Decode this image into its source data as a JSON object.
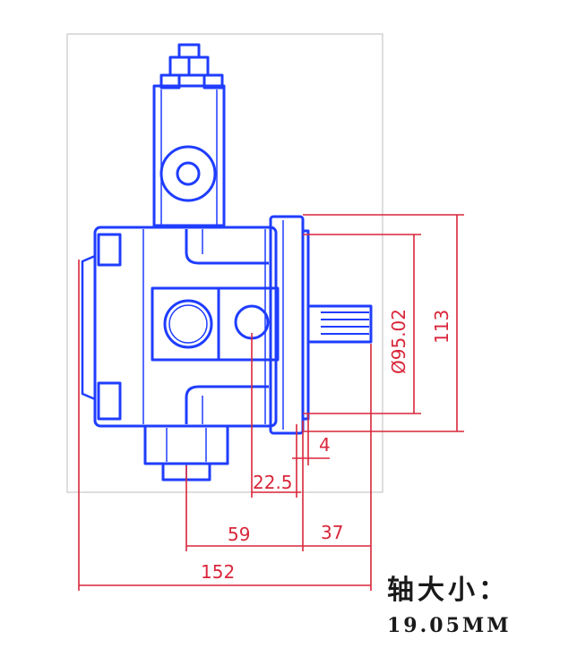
{
  "dimensions": {
    "d_diameter": "Ø95.02",
    "d_113": "113",
    "d_4": "4",
    "d_22_5": "22.5",
    "d_59": "59",
    "d_37": "37",
    "d_152": "152"
  },
  "caption": {
    "title": "轴大小：",
    "value": "19.05MM"
  },
  "colors": {
    "part_line": "#1f3dff",
    "dimension_line": "#d9263a",
    "frame_line": "#bbbbbb"
  }
}
